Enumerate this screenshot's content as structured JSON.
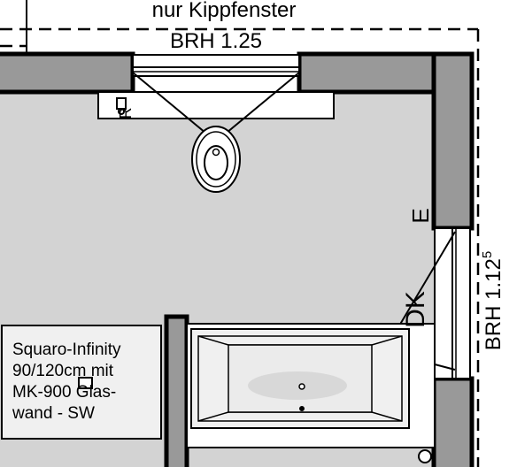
{
  "window_top": {
    "note": "nur Kippfenster",
    "brh": "BRH 1.25"
  },
  "window_right": {
    "brh": "BRH 1.12",
    "brh_sup": "5"
  },
  "markers": {
    "e": "E",
    "dk": "DK",
    "r": "R"
  },
  "shower": {
    "lines": [
      "Squaro-Infinity",
      "90/120cm mit",
      "MK-900 Glas-",
      "wand - SW"
    ]
  },
  "colors": {
    "wall": "#999999",
    "floor": "#d3d3d3",
    "fixture": "#f0f0f0",
    "line": "#000000"
  }
}
